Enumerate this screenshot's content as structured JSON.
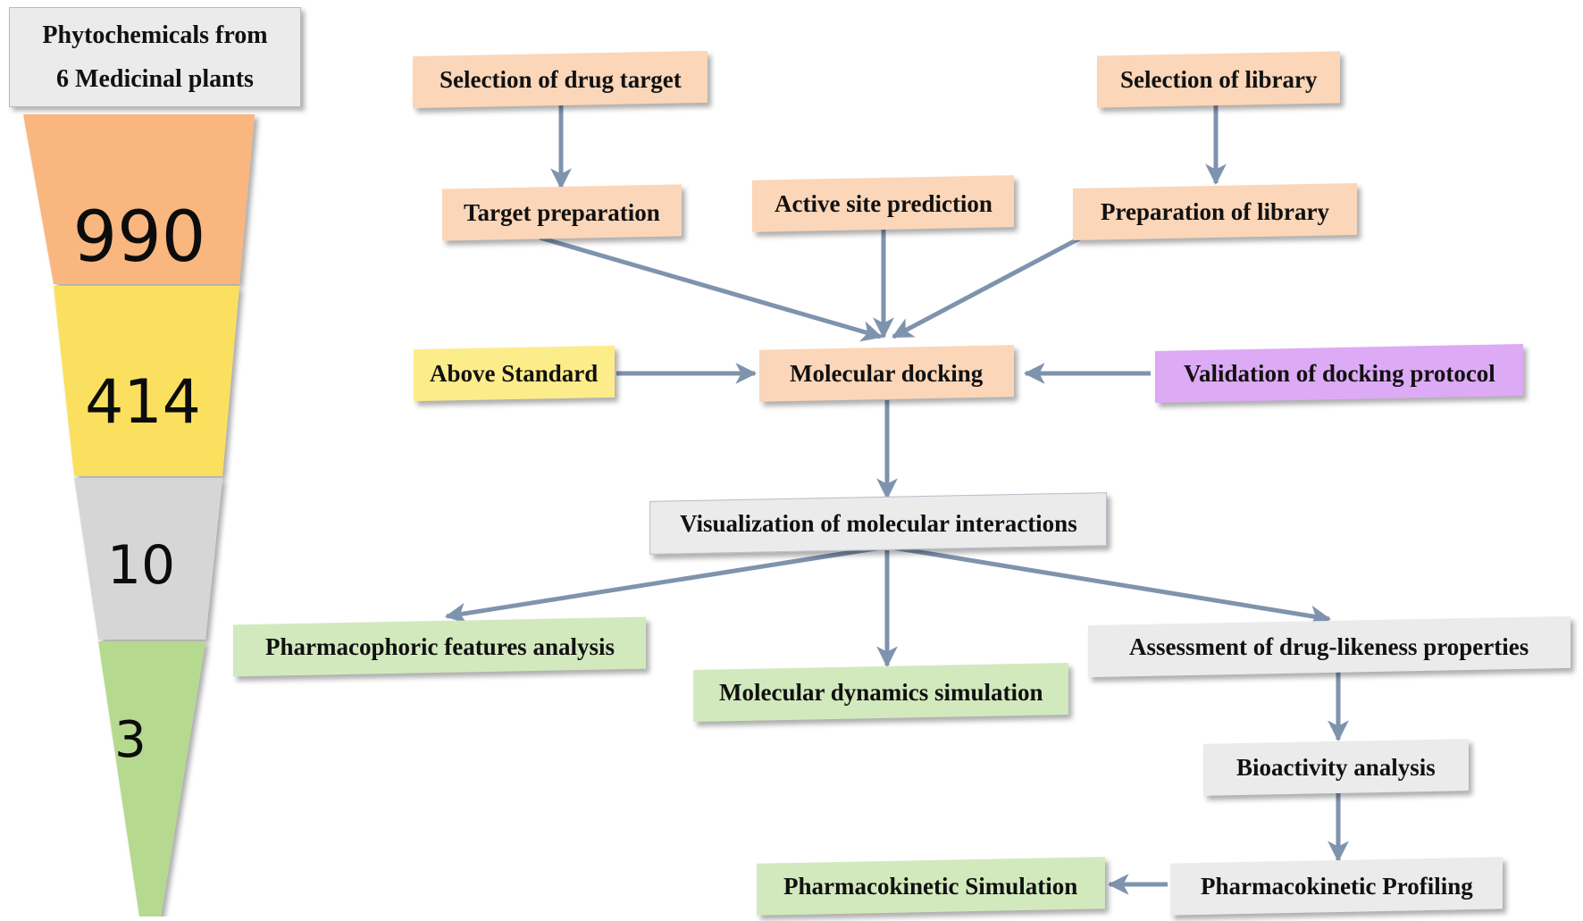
{
  "funnel": {
    "title_line1": "Phytochemicals from",
    "title_line2": "6 Medicinal plants",
    "stages": [
      {
        "label": "990",
        "color": "#f9b67f"
      },
      {
        "label": "414",
        "color": "#fbe05e"
      },
      {
        "label": "10",
        "color": "#d6d6d6"
      },
      {
        "label": "3",
        "color": "#b5da8f"
      }
    ]
  },
  "flow": {
    "nodes": [
      {
        "id": "selection-of-drug-target",
        "label": "Selection of drug target",
        "color": "#fbd6b8"
      },
      {
        "id": "selection-of-library",
        "label": "Selection of library",
        "color": "#fbd6b8"
      },
      {
        "id": "target-preparation",
        "label": "Target preparation",
        "color": "#fbd6b8"
      },
      {
        "id": "active-site-prediction",
        "label": "Active site prediction",
        "color": "#fbd6b8"
      },
      {
        "id": "preparation-of-library",
        "label": "Preparation of library",
        "color": "#fbd6b8"
      },
      {
        "id": "above-standard",
        "label": "Above Standard",
        "color": "#fdec8a"
      },
      {
        "id": "molecular-docking",
        "label": "Molecular docking",
        "color": "#fbd6b8"
      },
      {
        "id": "validation-of-docking-protocol",
        "label": "Validation of docking protocol",
        "color": "#ddaaf5"
      },
      {
        "id": "visualization-of-molecular-interactions",
        "label": "Visualization of molecular interactions",
        "color": "#ebebeb"
      },
      {
        "id": "pharmacophoric-features-analysis",
        "label": "Pharmacophoric features analysis",
        "color": "#d2e9bd"
      },
      {
        "id": "molecular-dynamics-simulation",
        "label": "Molecular dynamics simulation",
        "color": "#d2e9bd"
      },
      {
        "id": "assessment-of-drug-likeness-properties",
        "label": "Assessment of drug-likeness properties",
        "color": "#ebebeb"
      },
      {
        "id": "bioactivity-analysis",
        "label": "Bioactivity analysis",
        "color": "#ebebeb"
      },
      {
        "id": "pharmacokinetic-profiling",
        "label": "Pharmacokinetic Profiling",
        "color": "#ebebeb"
      },
      {
        "id": "pharmacokinetic-simulation",
        "label": "Pharmacokinetic Simulation",
        "color": "#d2e9bd"
      }
    ],
    "edges": [
      {
        "from": "selection-of-drug-target",
        "to": "target-preparation"
      },
      {
        "from": "selection-of-library",
        "to": "preparation-of-library"
      },
      {
        "from": "target-preparation",
        "to": "molecular-docking"
      },
      {
        "from": "active-site-prediction",
        "to": "molecular-docking"
      },
      {
        "from": "preparation-of-library",
        "to": "molecular-docking"
      },
      {
        "from": "above-standard",
        "to": "molecular-docking"
      },
      {
        "from": "validation-of-docking-protocol",
        "to": "molecular-docking"
      },
      {
        "from": "molecular-docking",
        "to": "visualization-of-molecular-interactions"
      },
      {
        "from": "visualization-of-molecular-interactions",
        "to": "pharmacophoric-features-analysis"
      },
      {
        "from": "visualization-of-molecular-interactions",
        "to": "molecular-dynamics-simulation"
      },
      {
        "from": "visualization-of-molecular-interactions",
        "to": "assessment-of-drug-likeness-properties"
      },
      {
        "from": "assessment-of-drug-likeness-properties",
        "to": "bioactivity-analysis"
      },
      {
        "from": "bioactivity-analysis",
        "to": "pharmacokinetic-profiling"
      },
      {
        "from": "pharmacokinetic-profiling",
        "to": "pharmacokinetic-simulation"
      }
    ]
  },
  "colors": {
    "arrow": "#7e93ad",
    "orange": "#fbd6b8",
    "funnel_orange": "#f9b67f",
    "yellow": "#fdec8a",
    "funnel_yellow": "#fbe05e",
    "purple": "#ddaaf5",
    "grey": "#ebebeb",
    "funnel_grey": "#d6d6d6",
    "green": "#d2e9bd",
    "funnel_green": "#b5da8f",
    "text": "#111111"
  }
}
